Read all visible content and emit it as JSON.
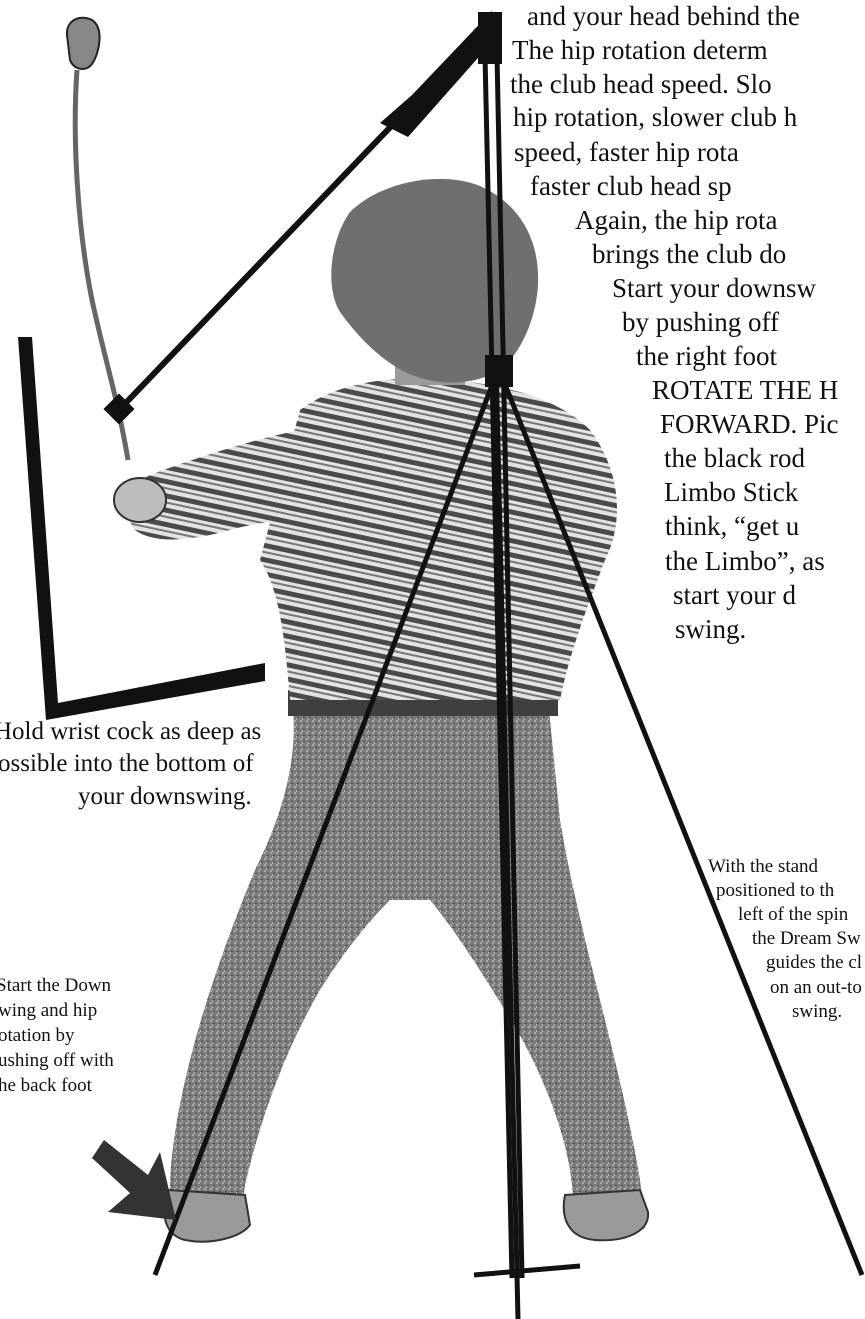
{
  "main_text": {
    "lines": [
      "and your head behind the",
      "The hip rotation determ",
      "the club head speed. Slo",
      "hip rotation, slower club h",
      "speed, faster hip rota",
      "faster club head sp",
      "Again, the hip rota",
      "brings the club do",
      "Start your downsw",
      "by pushing off",
      "the right foot",
      "ROTATE THE H",
      "FORWARD. Pic",
      "the black rod",
      "Limbo Stick",
      "think, “get u",
      "the Limbo”, as",
      "start your d",
      "swing."
    ]
  },
  "wrist_caption": {
    "lines": [
      "Hold wrist cock as deep as",
      "ossible into the bottom of",
      "your downswing."
    ]
  },
  "stand_caption": {
    "lines": [
      "With the stand",
      "positioned to th",
      "left of the spin",
      "the Dream Sw",
      "guides the cl",
      "on an out-to",
      "swing."
    ]
  },
  "start_caption": {
    "lines": [
      "Start the Down",
      "wing and hip",
      "otation by",
      "ushing off with",
      "he back foot"
    ]
  },
  "colors": {
    "ink": "#111111",
    "face_mask": "#6f6f6f",
    "figure_gray": "#8a8a8a",
    "shirt_light": "#d8d8d8"
  },
  "icons": {
    "arrow": "right-down-arrow-icon",
    "wrist_angle": "l-angle-icon"
  }
}
